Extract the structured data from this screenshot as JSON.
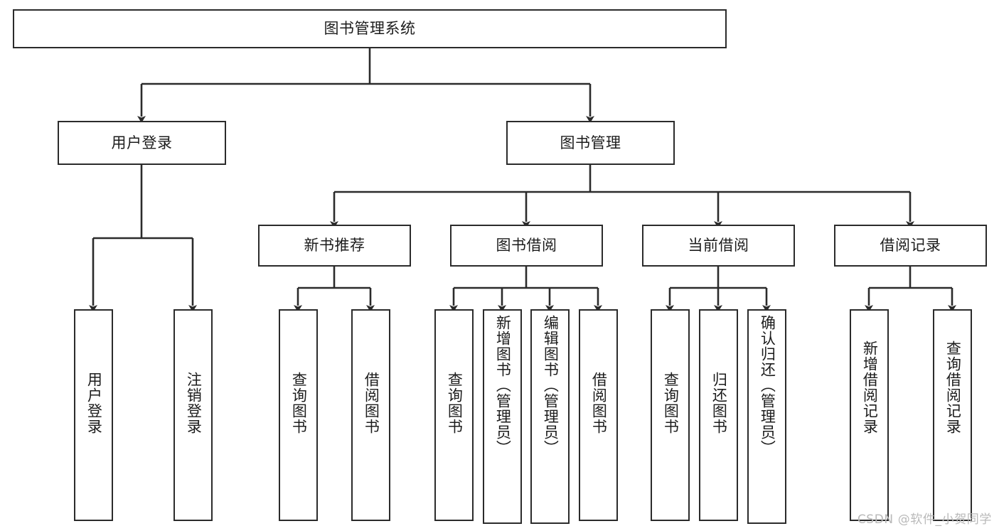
{
  "diagram": {
    "title": "图书管理系统",
    "type": "tree-hierarchy",
    "background_color": "#ffffff",
    "line_color": "#2b2b2b",
    "text_color": "#1c1c1c"
  },
  "watermark": {
    "text": "CSDN @软件_小贺同学",
    "color": "#b9b9b9"
  },
  "nodes": {
    "root": {
      "label": "图书管理系统"
    },
    "level1": [
      {
        "id": "user-login",
        "label": "用户登录"
      },
      {
        "id": "book-manage",
        "label": "图书管理"
      }
    ],
    "level2": [
      {
        "id": "new-book-recommend",
        "label": "新书推荐"
      },
      {
        "id": "book-borrow",
        "label": "图书借阅"
      },
      {
        "id": "current-borrow",
        "label": "当前借阅"
      },
      {
        "id": "borrow-record",
        "label": "借阅记录"
      }
    ],
    "leaves": {
      "user_login": [
        {
          "id": "leaf-user-login",
          "label": "用户登录"
        },
        {
          "id": "leaf-logout-login",
          "label": "注销登录"
        }
      ],
      "new_book_recommend": [
        {
          "id": "leaf-query-book-1",
          "label": "查询图书"
        },
        {
          "id": "leaf-borrow-book-1",
          "label": "借阅图书"
        }
      ],
      "book_borrow": [
        {
          "id": "leaf-query-book-2",
          "label": "查询图书"
        },
        {
          "id": "leaf-add-book",
          "label": "新增图书（管理员）"
        },
        {
          "id": "leaf-edit-book",
          "label": "编辑图书（管理员）"
        },
        {
          "id": "leaf-borrow-book-2",
          "label": "借阅图书"
        }
      ],
      "current_borrow": [
        {
          "id": "leaf-query-book-3",
          "label": "查询图书"
        },
        {
          "id": "leaf-return-book",
          "label": "归还图书"
        },
        {
          "id": "leaf-confirm-return",
          "label": "确认归还（管理员）"
        }
      ],
      "borrow_record": [
        {
          "id": "leaf-add-record",
          "label": "新增借阅记录"
        },
        {
          "id": "leaf-query-record",
          "label": "查询借阅记录"
        }
      ]
    }
  }
}
